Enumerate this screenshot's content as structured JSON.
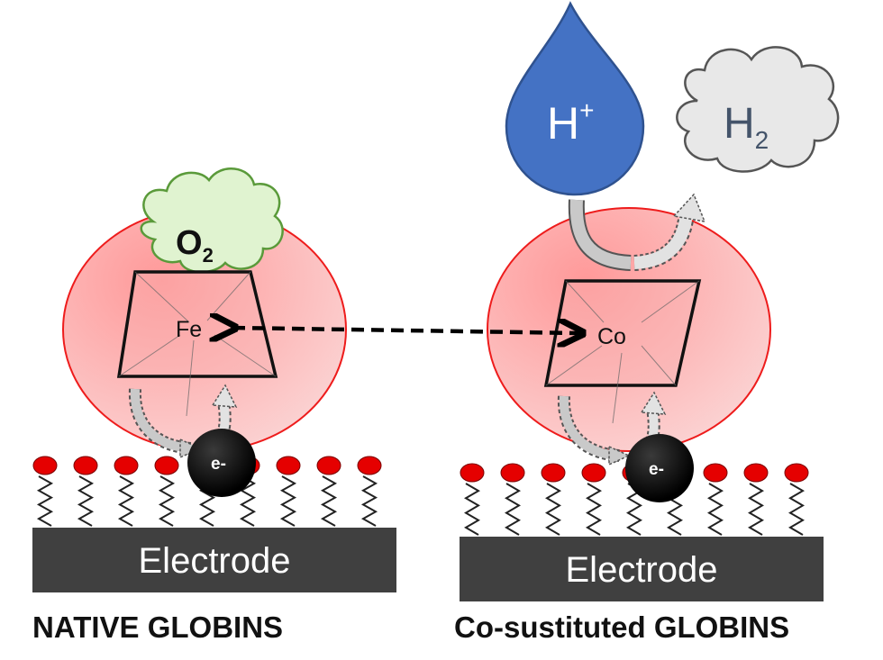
{
  "left": {
    "metal": "Fe",
    "gas": {
      "base": "O",
      "sub": "2"
    },
    "electron": "e-",
    "electrode": "Electrode",
    "caption": "NATIVE GLOBINS"
  },
  "right": {
    "metal": "Co",
    "proton": {
      "base": "H",
      "sup": "+"
    },
    "hydrogen": {
      "base": "H",
      "sub": "2"
    },
    "electron": "e-",
    "electrode": "Electrode",
    "caption": "Co-sustituted GLOBINS"
  },
  "colors": {
    "protein_fill": "#f88a8a",
    "protein_stroke": "#ee1c1c",
    "cloud_o2": "#e0f3d0",
    "cloud_o2_stroke": "#5a9a3a",
    "cloud_h2": "#e8e8e8",
    "cloud_h2_stroke": "#555555",
    "drop": "#4472c4",
    "electrode": "#404040",
    "head_group": "#e50000",
    "electron": "#000000",
    "arrow_fill": "#c9c9c9"
  },
  "icons": {
    "proton": "droplet-icon",
    "gas": "cloud-icon",
    "electron": "sphere-icon"
  }
}
